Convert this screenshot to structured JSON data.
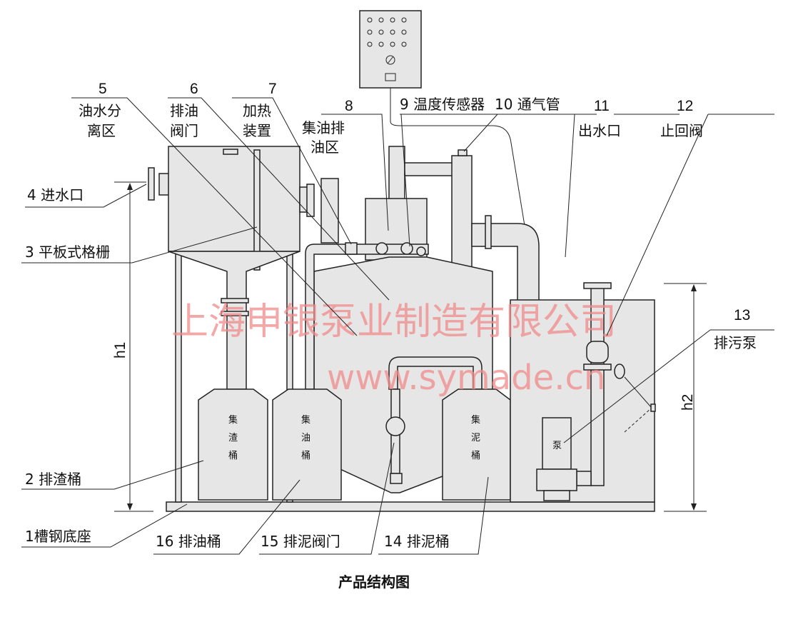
{
  "title": "产品结构图",
  "watermark": {
    "company": "上海申银泵业制造有限公司",
    "url": "www.symade.cn",
    "color": "#f08a8a"
  },
  "labels": {
    "l1": "1槽钢底座",
    "l2": "2  排渣桶",
    "l3": "3 平板式格栅",
    "l4": "4  进水口",
    "l5n": "5",
    "l5a": "油水分",
    "l5b": "离区",
    "l6n": "6",
    "l6a": "排油",
    "l6b": "阀门",
    "l7n": "7",
    "l7a": "加热",
    "l7b": "装置",
    "l8n": "8",
    "l8a": "集油排",
    "l8b": "油区",
    "l9": "9  温度传感器",
    "l10": "10  通气管",
    "l11n": "11",
    "l11a": "出水口",
    "l12n": "12",
    "l12a": "止回阀",
    "l13n": "13",
    "l13a": "排污泵",
    "l14": "14  排泥桶",
    "l15": "15  排泥阀门",
    "l16": "16  排油桶"
  },
  "bins": {
    "slag": [
      "集",
      "渣",
      "桶"
    ],
    "oil": [
      "集",
      "油",
      "桶"
    ],
    "mud": [
      "集",
      "泥",
      "桶"
    ]
  },
  "pump_label": "泵",
  "dims": {
    "h1": "h1",
    "h2": "h2"
  }
}
